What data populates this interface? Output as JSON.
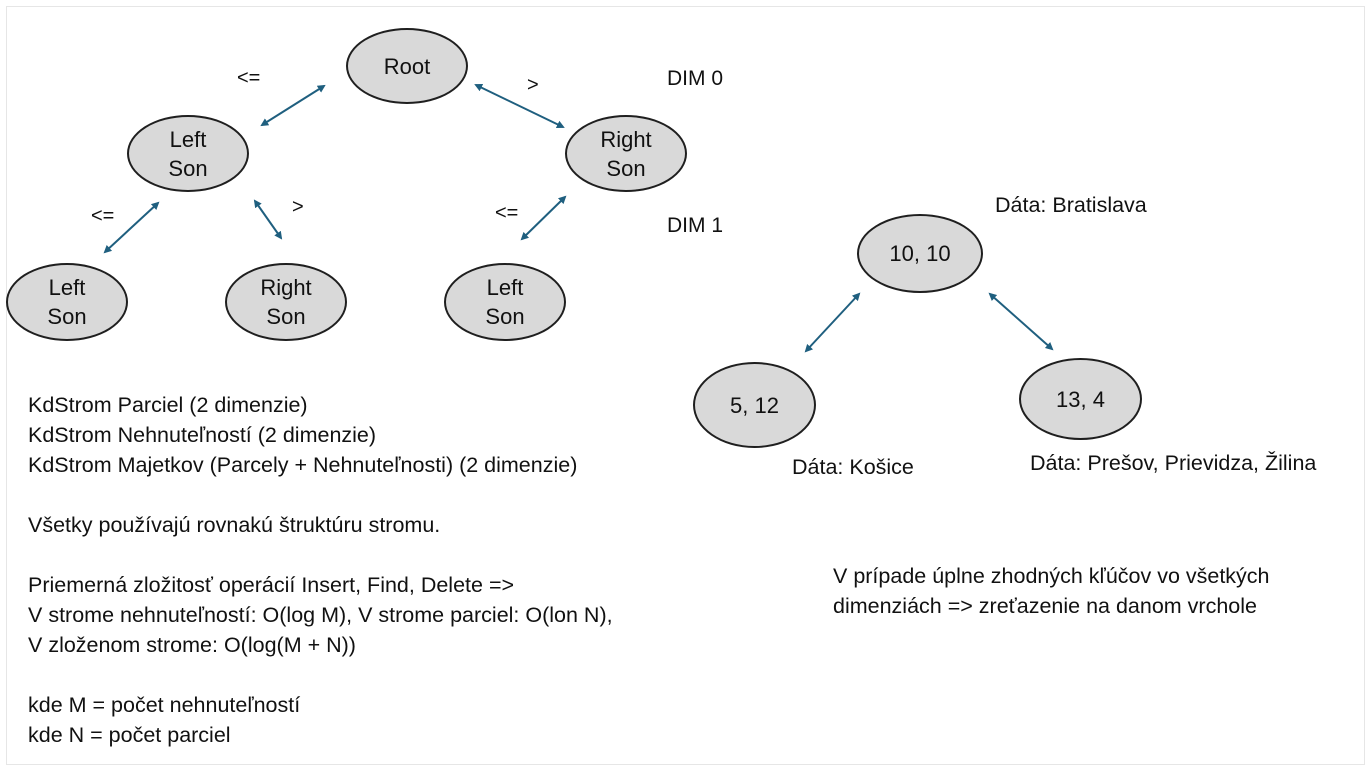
{
  "tree_generic": {
    "root": "Root",
    "left_son": "Left\nSon",
    "right_son": "Right\nSon",
    "ll": "Left\nSon",
    "lr": "Right\nSon",
    "rl": "Left\nSon",
    "labels": {
      "root_left": "<=",
      "root_right": ">",
      "left_left": "<=",
      "left_right": ">",
      "right_left": "<="
    },
    "dim0": "DIM 0",
    "dim1": "DIM 1"
  },
  "tree_example": {
    "root": "10, 10",
    "left": "5, 12",
    "right": "13, 4",
    "data_root": "Dáta: Bratislava",
    "data_left": "Dáta: Košice",
    "data_right": "Dáta: Prešov, Prievidza, Žilina"
  },
  "notes": {
    "lines": [
      "KdStrom Parciel (2 dimenzie)",
      "KdStrom Nehnuteľností (2 dimenzie)",
      "KdStrom Majetkov (Parcely + Nehnuteľnosti) (2 dimenzie)",
      "",
      "Všetky používajú rovnakú štruktúru stromu.",
      "",
      "Priemerná zložitosť operácií Insert, Find, Delete =>",
      "V strome nehnuteľností: O(log M), V strome parciel: O(lon N),",
      "V zloženom strome: O(log(M + N))",
      "",
      "kde M = počet nehnuteľností",
      "kde N = počet parciel"
    ]
  },
  "duplicates_note": {
    "line1": "V prípade úplne zhodných kľúčov vo všetkých",
    "line2": "dimenziách => zreťazenie na danom vrchole"
  },
  "colors": {
    "node_fill": "#d9d9d9",
    "node_border": "#1f1f1f",
    "arrow": "#1f5f7f"
  }
}
